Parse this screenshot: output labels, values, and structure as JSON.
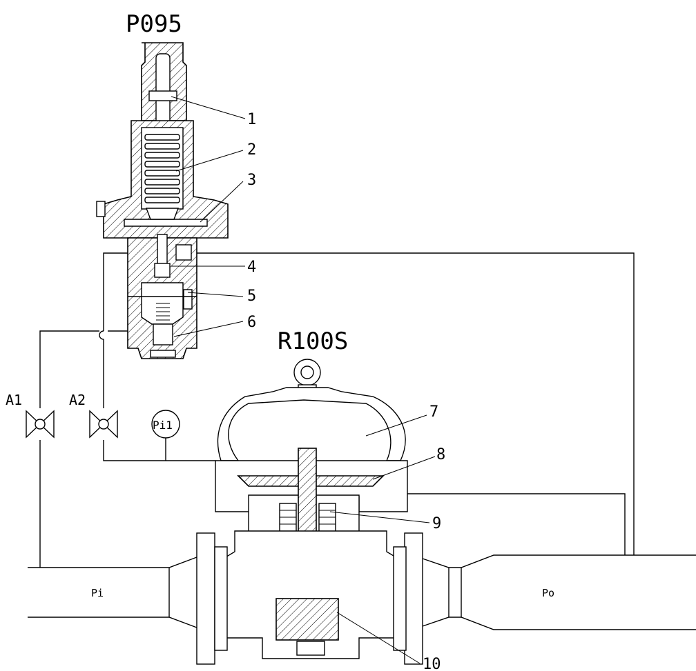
{
  "titles": {
    "pilot": "P095",
    "regulator": "R100S"
  },
  "part_numbers": [
    "1",
    "2",
    "3",
    "4",
    "5",
    "6",
    "7",
    "8",
    "9",
    "10"
  ],
  "valves": {
    "a1": "A1",
    "a2": "A2"
  },
  "gauge": "Pi1",
  "pipes": {
    "inlet": "Pi",
    "outlet": "Po"
  }
}
